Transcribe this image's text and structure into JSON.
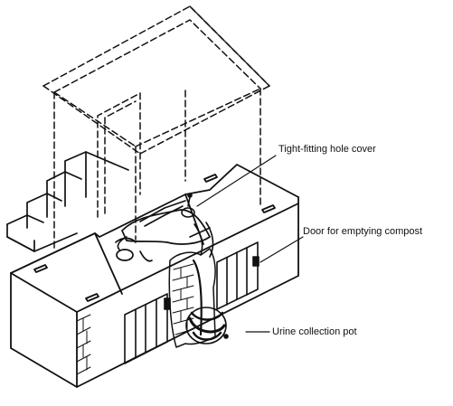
{
  "labels": {
    "hole_cover": "Tight-fitting hole cover",
    "door": "Door for emptying compost",
    "urine_pot": "Urine collection pot"
  },
  "colors": {
    "ink": "#111111",
    "paper": "#ffffff"
  }
}
